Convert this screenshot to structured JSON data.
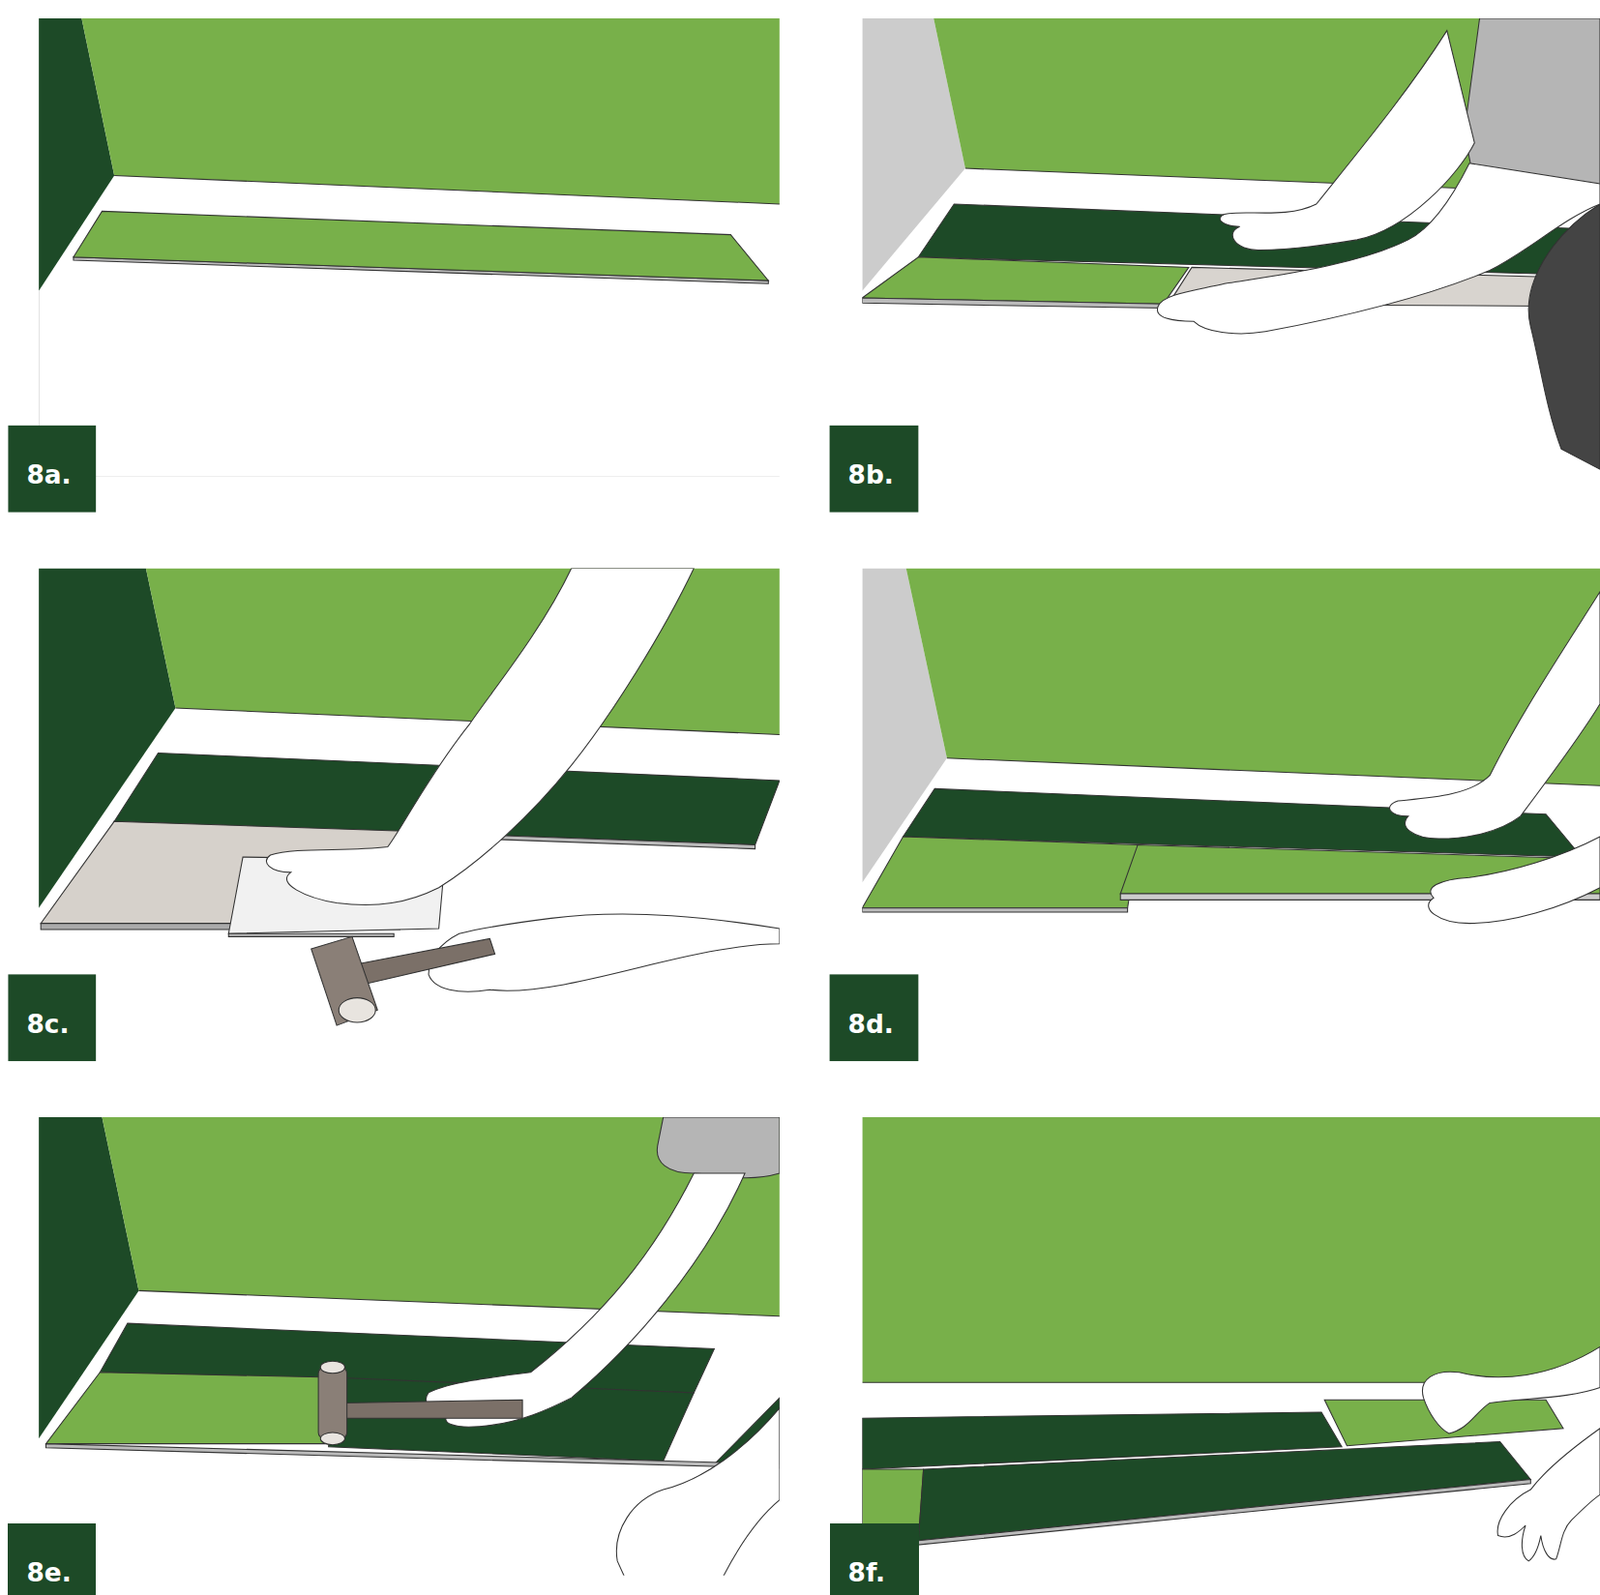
{
  "diagram": {
    "nodes": [
      {
        "text": [
          "8a."
        ]
      },
      {
        "text": [
          "8b."
        ]
      },
      {
        "text": [
          "8c."
        ]
      },
      {
        "text": [
          "8d."
        ]
      },
      {
        "text": [
          "8e."
        ]
      },
      {
        "text": [
          "8f."
        ]
      }
    ]
  }
}
